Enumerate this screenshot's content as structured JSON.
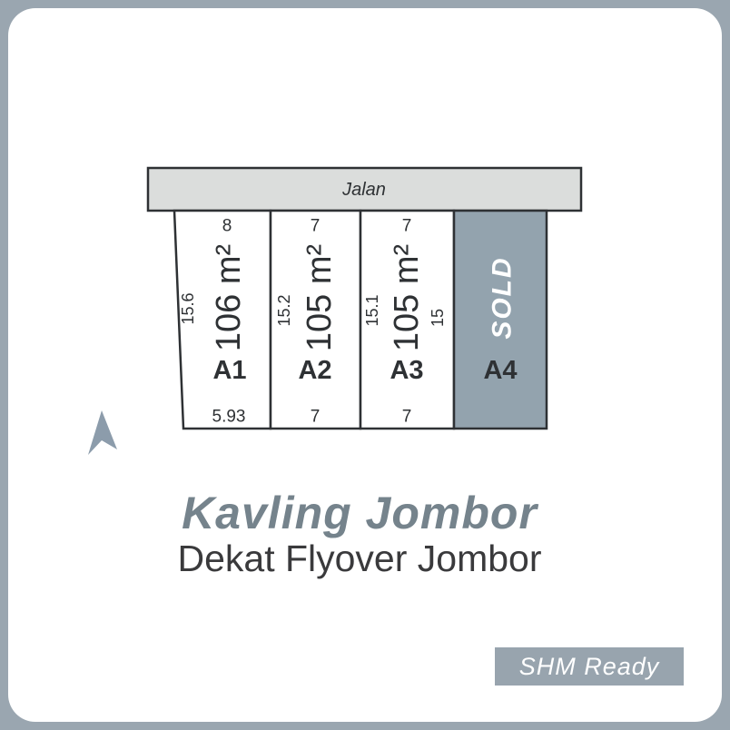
{
  "frame": {
    "background_color": "#9AA6B0",
    "card_color": "#FFFFFF"
  },
  "diagram": {
    "road_label": "Jalan",
    "colors": {
      "line": "#2E3134",
      "road_fill": "#DBDDDC",
      "plot_fill": "#FFFFFF",
      "sold_fill": "#93A3AE",
      "arrow_fill": "#8C9CAB"
    },
    "plots": [
      {
        "id": "A1",
        "area": "106 m²",
        "dim_top": "8",
        "dim_left": "15.6",
        "dim_bottom": "5.93",
        "status": "available"
      },
      {
        "id": "A2",
        "area": "105 m²",
        "dim_top": "7",
        "dim_left": "15.2",
        "dim_bottom": "7",
        "status": "available"
      },
      {
        "id": "A3",
        "area": "105 m²",
        "dim_top": "7",
        "dim_left": "15.1",
        "dim_bottom": "7",
        "status": "available"
      },
      {
        "id": "A4",
        "dim_left": "15",
        "status": "sold",
        "sold_label": "SOLD"
      }
    ]
  },
  "title": "Kavling Jombor",
  "subtitle": "Dekat Flyover Jombor",
  "badge": {
    "label": "SHM Ready",
    "background_color": "#98A4AE"
  }
}
